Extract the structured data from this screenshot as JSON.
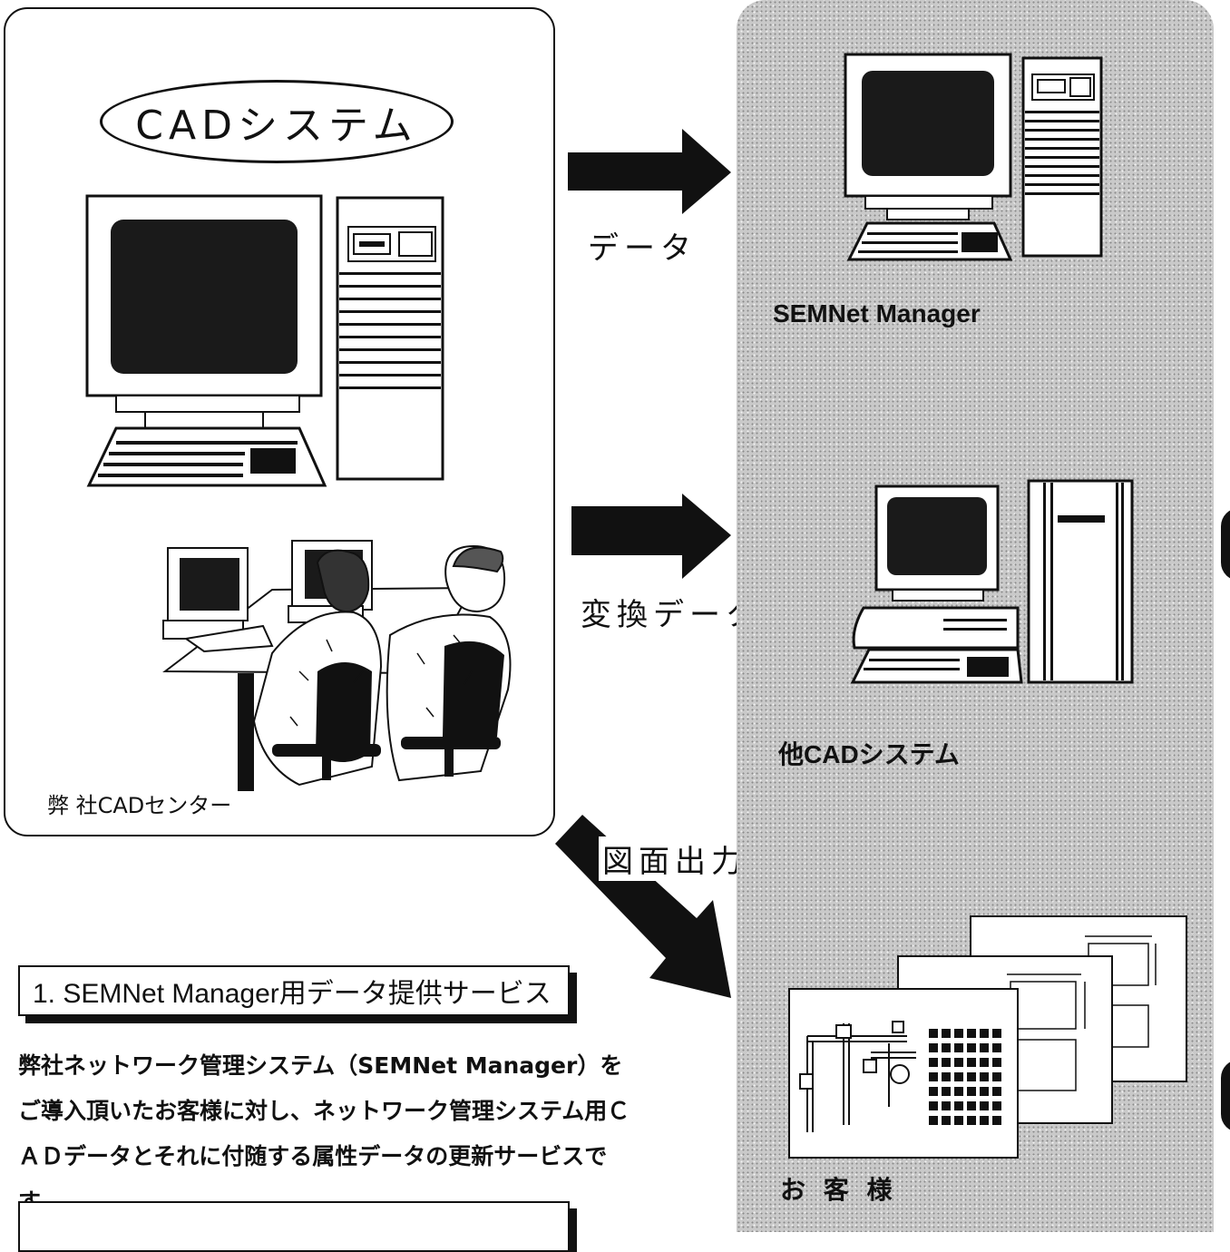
{
  "left_panel": {
    "title": "CADシステム",
    "footer_label": "弊 社CADセンター"
  },
  "arrows": [
    {
      "label": "データ"
    },
    {
      "label": "変換データ"
    },
    {
      "label": "図面出力"
    }
  ],
  "destinations": [
    {
      "label": "SEMNet Manager"
    },
    {
      "label": "他CADシステム"
    },
    {
      "label": "お 客 様"
    }
  ],
  "services": {
    "heading_1": "1. SEMNet Manager用データ提供サービス",
    "description_1": "弊社ネットワーク管理システム（SEMNet Manager）をご導入頂いたお客様に対し、ネットワーク管理システム用ＣＡＤデータとそれに付随する属性データの更新サービスです。",
    "heading_2_visible": ""
  },
  "colors": {
    "ink": "#111111",
    "panel_grey": "#c9c9c9",
    "screen": "#1a1a1a"
  }
}
